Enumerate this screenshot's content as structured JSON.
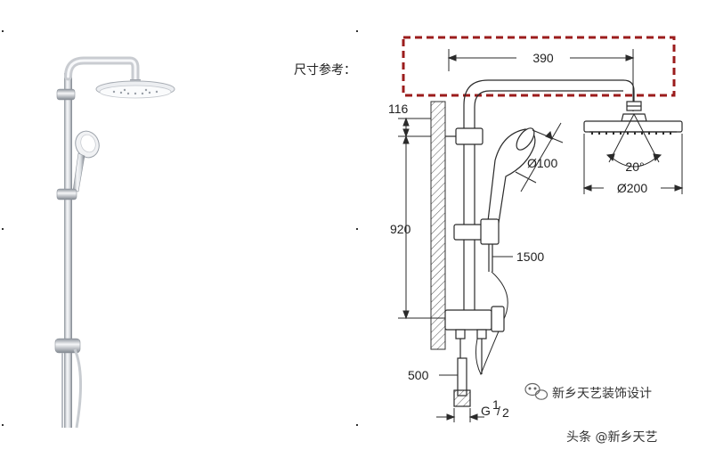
{
  "heading": "尺寸参考：",
  "dimensions": {
    "arm_length": "390",
    "top_offset": "116",
    "rail_height": "920",
    "hand_shower_dia": "Ø100",
    "hose_length": "1500",
    "head_angle": "20°",
    "head_dia": "Ø200",
    "inlet_depth": "500",
    "thread_prefix": "G",
    "thread_num": "1",
    "thread_den": "2"
  },
  "watermark": {
    "account_name": "新乡天艺装饰设计",
    "source": "头条 @新乡天艺"
  },
  "colors": {
    "highlight_box": "#9b1c1c",
    "line": "#2a2a2a",
    "chrome_light": "#f4f5f7",
    "chrome_dark": "#9aa0a8"
  }
}
